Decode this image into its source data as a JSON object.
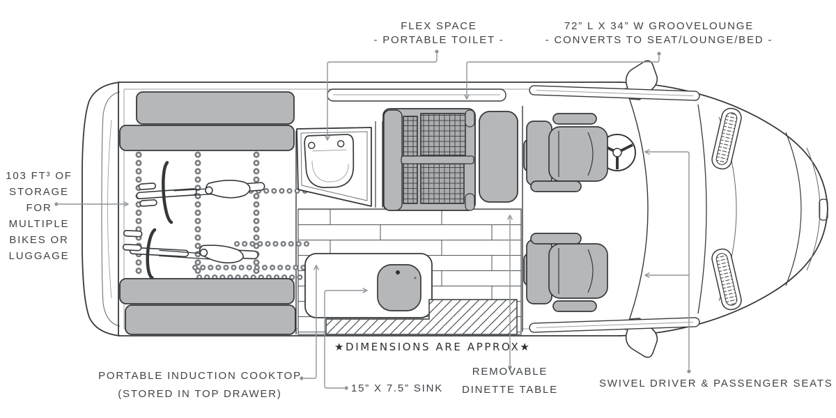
{
  "diagram": {
    "labels": {
      "flex_space": {
        "line1": "FLEX SPACE",
        "line2": "- PORTABLE TOILET -"
      },
      "groovelounge": {
        "line1": "72” L X 34” W GROOVELOUNGE",
        "line2": "- CONVERTS TO SEAT/LOUNGE/BED -"
      },
      "storage": {
        "line1": "103 FT³ OF",
        "line2": "STORAGE",
        "line3": "FOR",
        "line4": "MULTIPLE",
        "line5": "BIKES OR",
        "line6": "LUGGAGE"
      },
      "dimensions_note": "★DIMENSIONS ARE APPROX★",
      "cooktop": {
        "line1": "PORTABLE INDUCTION COOKTOP",
        "line2": "(STORED IN TOP DRAWER)"
      },
      "sink": "15” X 7.5” SINK",
      "dinette": {
        "line1": "REMOVABLE",
        "line2": "DINETTE TABLE"
      },
      "swivel_seats": "SWIVEL DRIVER & PASSENGER SEATS"
    },
    "colors": {
      "line": "#35383b",
      "furniture_gray": "#b5b7b9",
      "grid_gray": "#aaadaf",
      "leader": "#8f9499",
      "text": "#3f4347",
      "background": "#ffffff"
    }
  }
}
